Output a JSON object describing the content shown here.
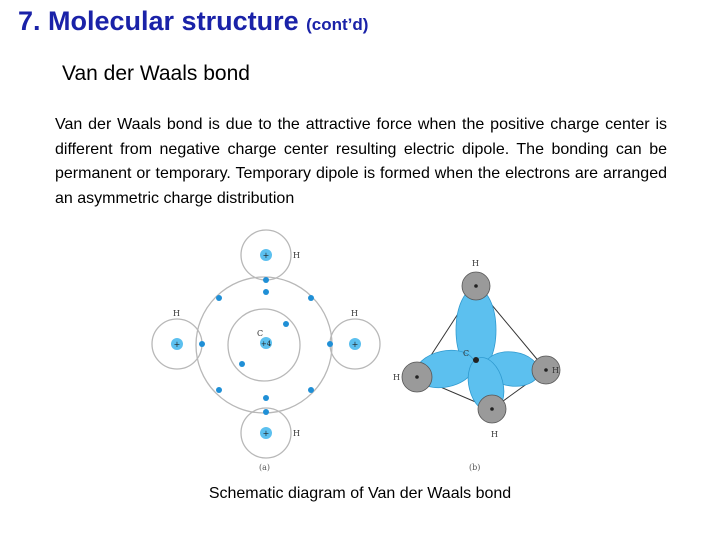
{
  "title": {
    "main": "7. Molecular structure",
    "suffix": "(cont’d)"
  },
  "subtitle": "Van der Waals bond",
  "paragraph": "Van der Waals bond is due to the attractive force when the positive charge center is different from negative charge center resulting electric dipole. The bonding can be permanent or temporary. Temporary dipole is formed when the electrons are arranged an asymmetric charge distribution",
  "figure": {
    "a": {
      "label": "(a)",
      "center_label": "C",
      "center_charge": "+4",
      "atom_label": "H",
      "nucleus_charge": "+"
    },
    "b": {
      "label": "(b)",
      "center_label": "C",
      "atom_label": "H"
    }
  },
  "caption": "Schematic diagram of Van der Waals bond",
  "colors": {
    "title": "#1a22a8",
    "electron": "#1f8fd6",
    "orbital": "#5cc0ef",
    "atom": "#9a9a9a"
  }
}
